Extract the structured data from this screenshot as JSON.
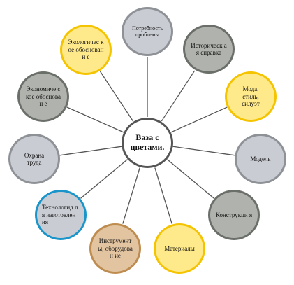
{
  "center": {
    "label": "Ваза с цветами."
  },
  "nodes": [
    {
      "label": "Потребность проблемы",
      "fill": "#c9ccd3",
      "border": "#8e9297"
    },
    {
      "label": "Историческ ая справка",
      "fill": "#b0b3ad",
      "border": "#6b6f6a"
    },
    {
      "label": "Мода, стиль, силуэт",
      "fill": "#fee98b",
      "border": "#f5c400"
    },
    {
      "label": "Модель",
      "fill": "#c9ccd3",
      "border": "#8e9297"
    },
    {
      "label": "Конструкци я",
      "fill": "#b0b3ad",
      "border": "#6b6f6a"
    },
    {
      "label": "Материалы",
      "fill": "#fee98b",
      "border": "#f5c400"
    },
    {
      "label": "Инструмент ы, оборудован ие",
      "fill": "#e2c4a0",
      "border": "#bf8c50"
    },
    {
      "label": "Технологид ля изготовлен ия",
      "fill": "#c9ccd3",
      "border": "#1b95c9"
    },
    {
      "label": "Охрана труда",
      "fill": "#c9ccd3",
      "border": "#8e9297"
    },
    {
      "label": "Экономиче ское обоснован е",
      "fill": "#b0b3ad",
      "border": "#6b6f6a"
    },
    {
      "label": "Экологичес кое обосновани е",
      "fill": "#fee98b",
      "border": "#f5c400"
    }
  ],
  "colors": {
    "center_fill": "#ffffff",
    "center_border": "#555555",
    "connector": "#555555"
  }
}
